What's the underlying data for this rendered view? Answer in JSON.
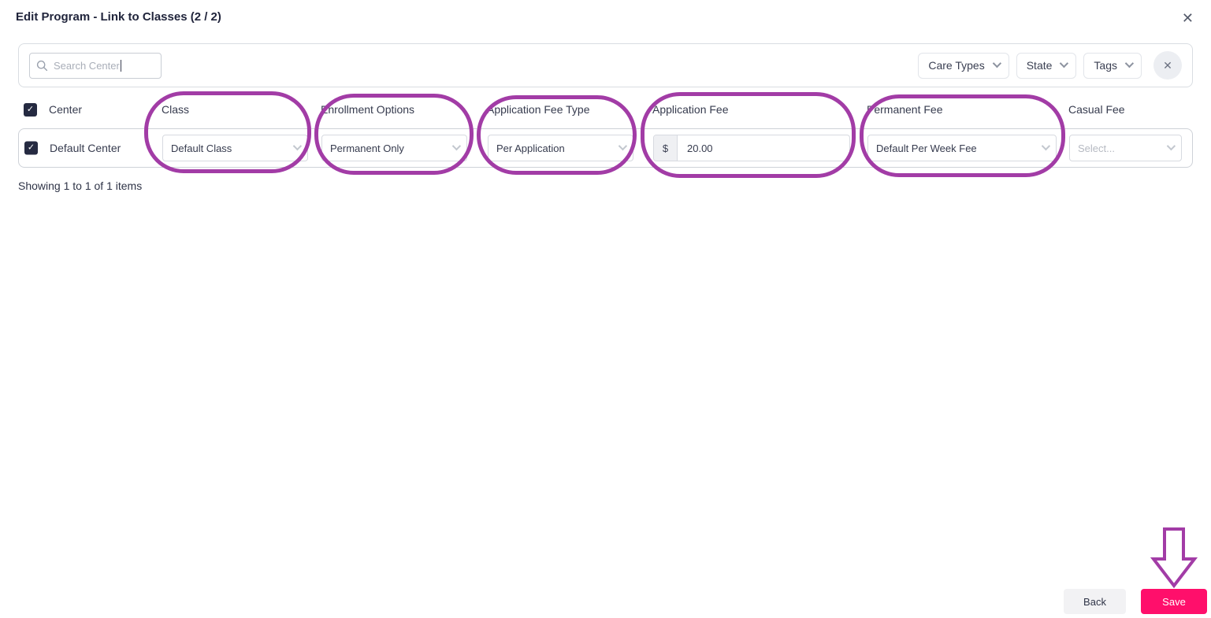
{
  "modal": {
    "title": "Edit Program - Link to Classes (2 / 2)",
    "close_glyph": "✕"
  },
  "filters": {
    "search": {
      "placeholder": "Search Center",
      "value": ""
    },
    "care_types_label": "Care Types",
    "state_label": "State",
    "tags_label": "Tags",
    "clear_glyph": "✕"
  },
  "table": {
    "check_glyph": "✓",
    "columns": [
      "Center",
      "Class",
      "Enrollment Options",
      "Application Fee Type",
      "Application Fee",
      "Permanent Fee",
      "Casual Fee"
    ],
    "rows": [
      {
        "selected": true,
        "center": "Default Center",
        "class_value": "Default Class",
        "enrollment_value": "Permanent Only",
        "fee_type_value": "Per Application",
        "currency": "$",
        "application_fee": "20.00",
        "permanent_fee_value": "Default Per Week Fee",
        "casual_fee_placeholder": "Select..."
      }
    ],
    "summary": "Showing 1 to 1 of 1 items"
  },
  "footer": {
    "back_label": "Back",
    "save_label": "Save"
  },
  "colors": {
    "accent_pink": "#ff0f6b",
    "annotation_purple": "#a23ca6",
    "checkbox_navy": "#252a41"
  }
}
